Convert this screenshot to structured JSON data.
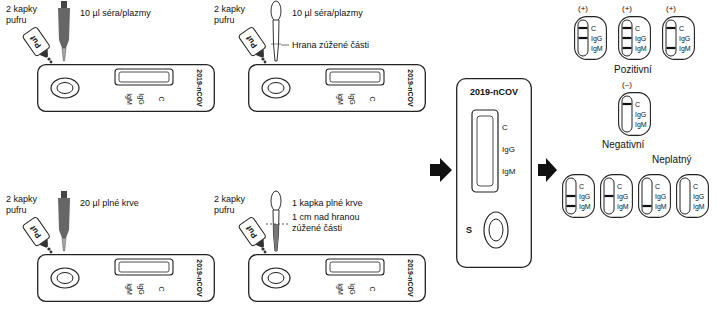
{
  "diagram": {
    "nodes": [
      {
        "text": [
          "Puf"
        ]
      },
      {
        "text": [
          "2019-nCOV",
          "C",
          "IgG",
          "IgM"
        ]
      },
      {
        "text": [
          "Puf"
        ]
      },
      {
        "text": [
          "2019-nCOV",
          "C",
          "IgG",
          "IgM"
        ]
      },
      {
        "text": [
          "Puf"
        ]
      },
      {
        "text": [
          "2019-nCOV",
          "C",
          "IgG",
          "IgM"
        ]
      },
      {
        "text": [
          "Puf"
        ]
      },
      {
        "text": [
          "2019-nCOV",
          "C",
          "IgG",
          "IgM"
        ]
      },
      {
        "text": [
          "2019-nCOV",
          "C",
          "IgG",
          "IgM",
          "S"
        ]
      },
      {
        "text": [
          "(+)",
          "C",
          "IgG",
          "IgM"
        ]
      },
      {
        "text": [
          "(+)",
          "C",
          "IgG",
          "IgM"
        ]
      },
      {
        "text": [
          "(+)",
          "C",
          "IgG",
          "IgM"
        ]
      },
      {
        "text": [
          "(–)",
          "C",
          "IgG",
          "IgM"
        ]
      },
      {
        "text": [
          "C",
          "IgG",
          "IgM"
        ]
      },
      {
        "text": [
          "C",
          "IgG",
          "IgM"
        ]
      },
      {
        "text": [
          "C",
          "IgG",
          "IgM"
        ]
      },
      {
        "text": [
          "C",
          "IgG",
          "IgM"
        ]
      }
    ],
    "labels": [
      "2 kapky pufru",
      "10 µl séra/plazmy",
      "2 kapky pufru",
      "10 µl séra/plazmy",
      "Hrana zúžené části",
      "2 kapky pufru",
      "20 µl plné krve",
      "2 kapky pufru",
      "1 kapka plné krve",
      "1 cm nad hranou zúžené části",
      "Pozitivní",
      "Negativní",
      "Neplatný"
    ]
  }
}
